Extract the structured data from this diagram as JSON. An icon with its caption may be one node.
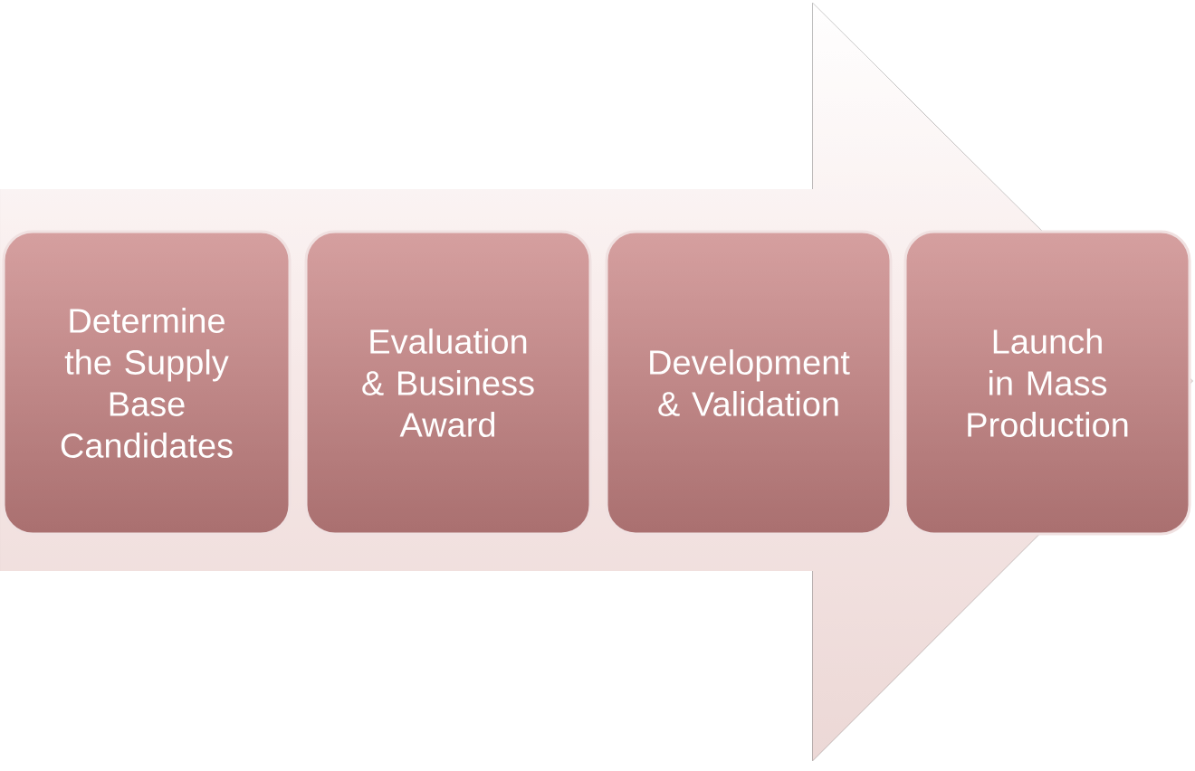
{
  "diagram": {
    "nodes": [
      {
        "text": [
          "Determine the Supply Base Candidates"
        ]
      },
      {
        "text": [
          "Evaluation & Business Award"
        ]
      },
      {
        "text": [
          "Development & Validation"
        ]
      },
      {
        "text": [
          "Launch in Mass Production"
        ]
      }
    ],
    "edges": [
      {
        "from": 0,
        "to": 3,
        "arrow": "to"
      }
    ]
  }
}
